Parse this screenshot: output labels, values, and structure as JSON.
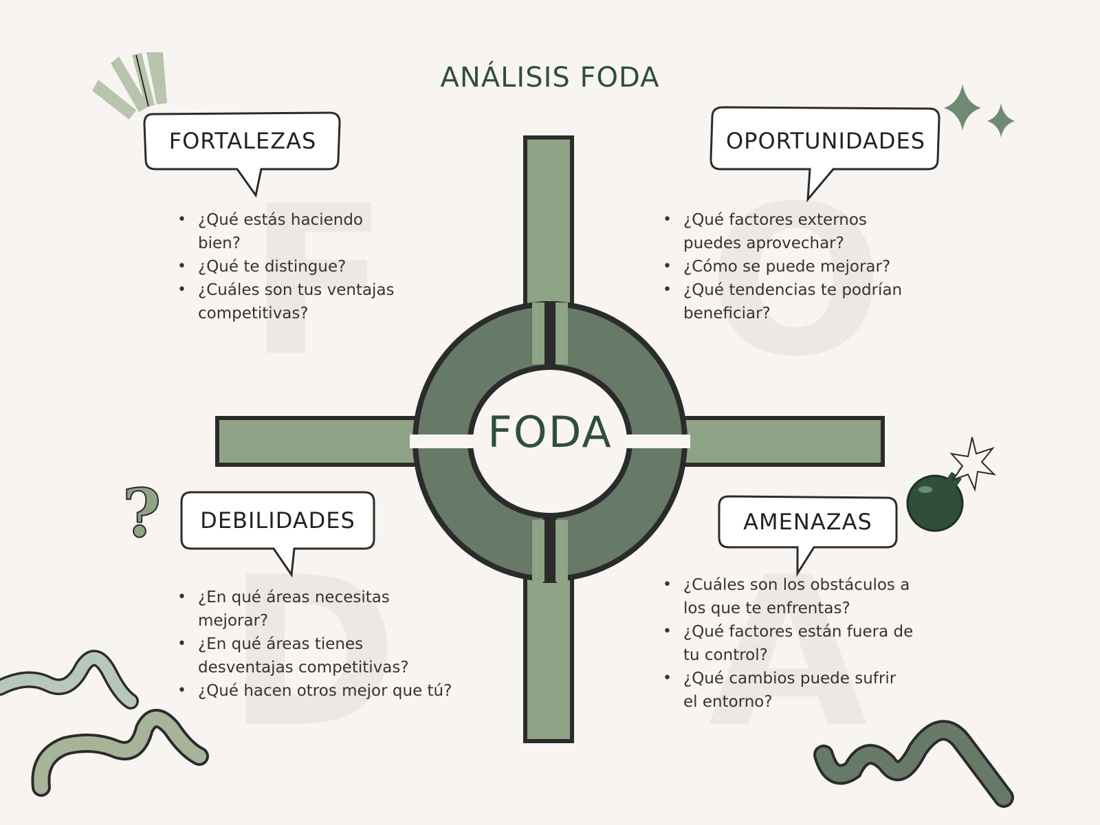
{
  "title": "ANÁLISIS FODA",
  "center": "FODA",
  "watermark_letters": [
    "F",
    "O",
    "D",
    "A"
  ],
  "quadrants": {
    "fortalezas": {
      "label": "FORTALEZAS",
      "items": [
        "¿Qué estás haciendo bien?",
        "¿Qué te distingue?",
        "¿Cuáles son tus ventajas competitivas?"
      ]
    },
    "oportunidades": {
      "label": "OPORTUNIDADES",
      "items": [
        "¿Qué factores externos puedes aprovechar?",
        "¿Cómo se puede mejorar?",
        "¿Qué tendencias te podrían beneficiar?"
      ]
    },
    "debilidades": {
      "label": "DEBILIDADES",
      "items": [
        "¿En qué áreas necesitas mejorar?",
        "¿En qué áreas tienes desventajas competitivas?",
        "¿Qué hacen otros mejor que tú?"
      ]
    },
    "amenazas": {
      "label": "AMENAZAS",
      "items": [
        "¿Cuáles son los obstáculos a los que te enfrentas?",
        "¿Qué factores están fuera de tu control?",
        "¿Qué cambios puede sufrir el entorno?"
      ]
    }
  },
  "colors": {
    "background": "#f7f4f1",
    "light_green": "#8fa387",
    "dark_green": "#677a68",
    "deep_green": "#2f4f3a",
    "outline": "#2b2b2b"
  }
}
